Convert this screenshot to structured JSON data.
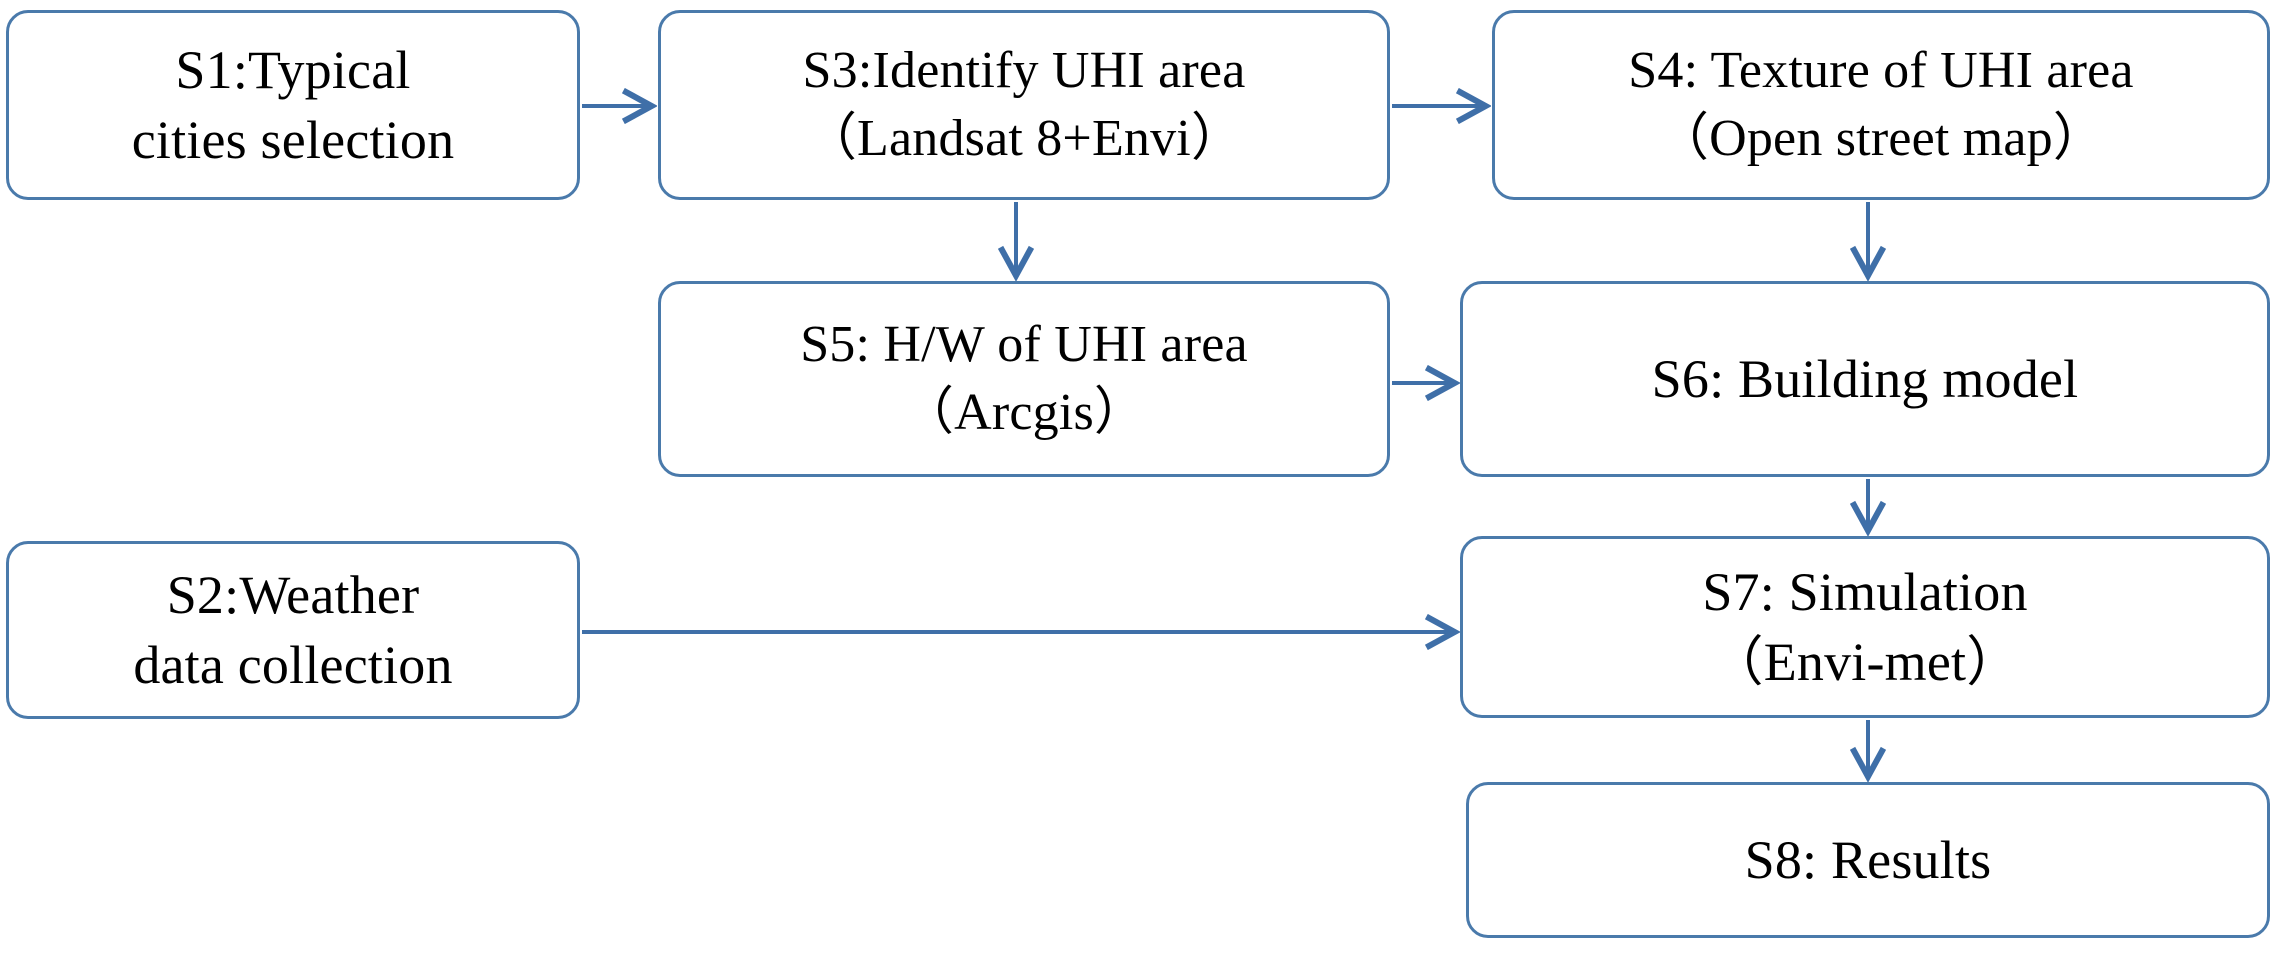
{
  "diagram": {
    "title": "Research methodology flowchart",
    "type": "flowchart",
    "accent_color": "#4a7aab",
    "arrow_color": "#3f6fa8",
    "background_color": "#ffffff",
    "text_color": "#000000",
    "nodes": [
      {
        "id": "S1",
        "label": "S1:Typical\ncities selection"
      },
      {
        "id": "S3",
        "label": "S3:Identify UHI area\n（Landsat 8+Envi）"
      },
      {
        "id": "S4",
        "label": "S4: Texture of UHI area\n（Open street map）"
      },
      {
        "id": "S5",
        "label": "S5: H/W of UHI area\n（Arcgis）"
      },
      {
        "id": "S6",
        "label": "S6: Building model"
      },
      {
        "id": "S2",
        "label": "S2:Weather\ndata collection"
      },
      {
        "id": "S7",
        "label": "S7: Simulation\n（Envi-met）"
      },
      {
        "id": "S8",
        "label": "S8: Results"
      }
    ],
    "edges": [
      {
        "from": "S1",
        "to": "S3",
        "direction": "right"
      },
      {
        "from": "S3",
        "to": "S4",
        "direction": "right"
      },
      {
        "from": "S3",
        "to": "S5",
        "direction": "down"
      },
      {
        "from": "S4",
        "to": "S6",
        "direction": "down"
      },
      {
        "from": "S5",
        "to": "S6",
        "direction": "right"
      },
      {
        "from": "S6",
        "to": "S7",
        "direction": "down"
      },
      {
        "from": "S2",
        "to": "S7",
        "direction": "right"
      },
      {
        "from": "S7",
        "to": "S8",
        "direction": "down"
      }
    ]
  }
}
